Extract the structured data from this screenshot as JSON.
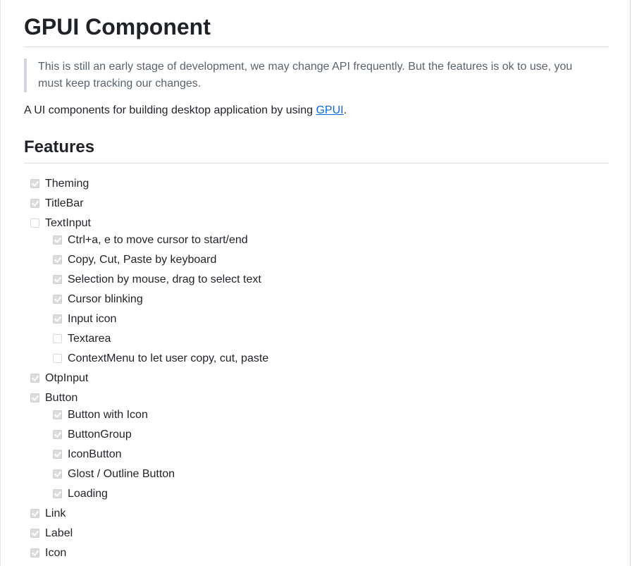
{
  "title": "GPUI Component",
  "note": "This is still an early stage of development, we may change API frequently. But the features is ok to use, you must keep tracking our changes.",
  "intro": {
    "before": "A UI components for building desktop application by using ",
    "link_text": "GPUI",
    "after": "."
  },
  "features_heading": "Features",
  "features": [
    {
      "label": "Theming",
      "checked": true
    },
    {
      "label": "TitleBar",
      "checked": true
    },
    {
      "label": "TextInput",
      "checked": false,
      "children": [
        {
          "label": "Ctrl+a, e to move cursor to start/end",
          "checked": true
        },
        {
          "label": "Copy, Cut, Paste by keyboard",
          "checked": true
        },
        {
          "label": "Selection by mouse, drag to select text",
          "checked": true
        },
        {
          "label": "Cursor blinking",
          "checked": true
        },
        {
          "label": "Input icon",
          "checked": true
        },
        {
          "label": "Textarea",
          "checked": false
        },
        {
          "label": "ContextMenu to let user copy, cut, paste",
          "checked": false
        }
      ]
    },
    {
      "label": "OtpInput",
      "checked": true
    },
    {
      "label": "Button",
      "checked": true,
      "children": [
        {
          "label": "Button with Icon",
          "checked": true
        },
        {
          "label": "ButtonGroup",
          "checked": true
        },
        {
          "label": "IconButton",
          "checked": true
        },
        {
          "label": "Glost / Outline Button",
          "checked": true
        },
        {
          "label": "Loading",
          "checked": true
        }
      ]
    },
    {
      "label": "Link",
      "checked": true
    },
    {
      "label": "Label",
      "checked": true
    },
    {
      "label": "Icon",
      "checked": true
    }
  ]
}
